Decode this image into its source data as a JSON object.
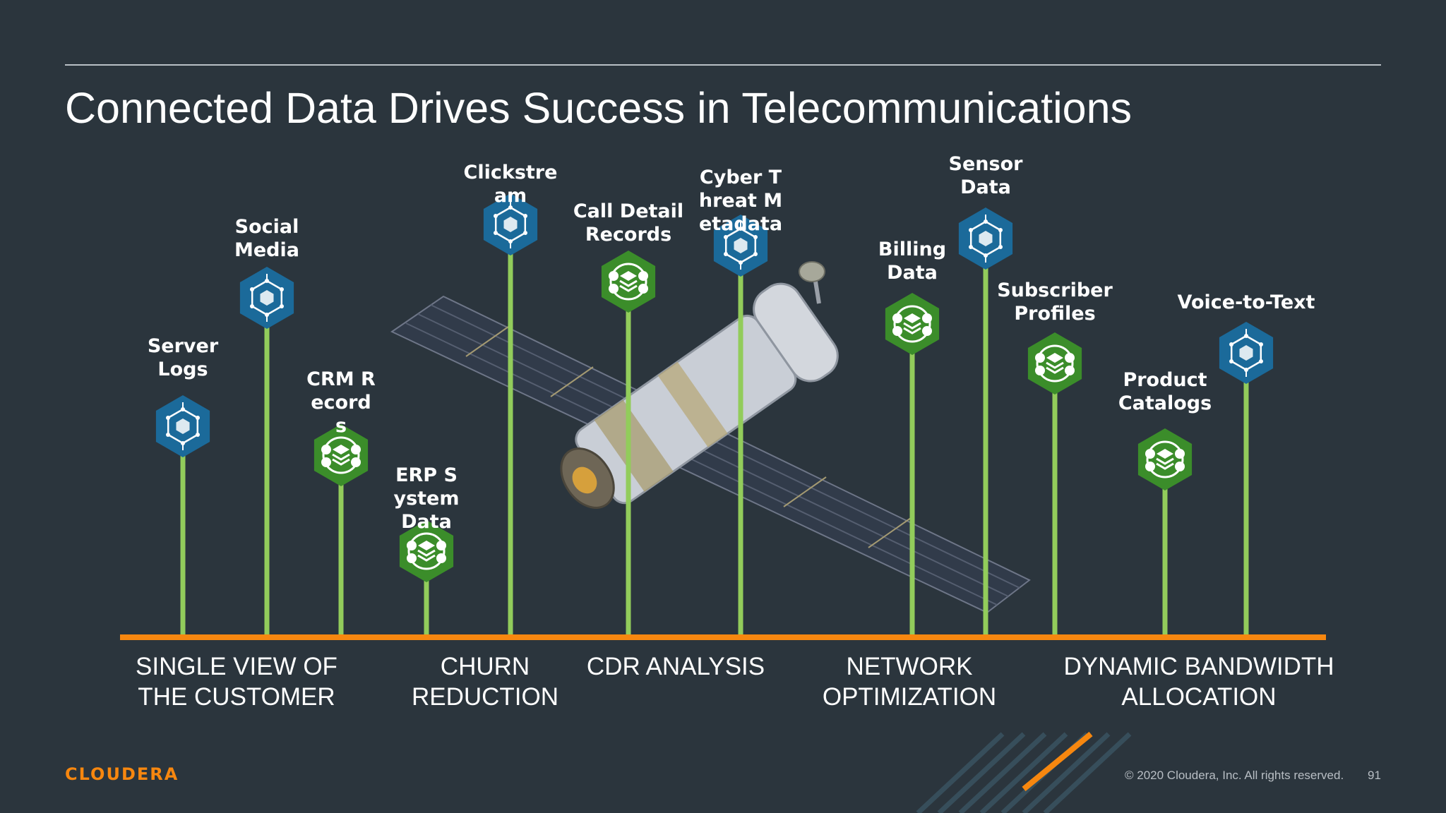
{
  "title": "Connected Data Drives Success in Telecommunications",
  "nodes": [
    {
      "label": "Server Logs",
      "kind": "hub-blue"
    },
    {
      "label": "Social Media",
      "kind": "hub-blue"
    },
    {
      "label": "CRM Records",
      "kind": "stack-green"
    },
    {
      "label": "ERP System Data",
      "kind": "stack-green"
    },
    {
      "label": "Clickstream",
      "kind": "hub-blue"
    },
    {
      "label": "Call Detail Records",
      "kind": "stack-green"
    },
    {
      "label": "Cyber Threat Metadata",
      "kind": "hub-blue"
    },
    {
      "label": "Billing Data",
      "kind": "stack-green"
    },
    {
      "label": "Sensor Data",
      "kind": "hub-blue"
    },
    {
      "label": "Subscriber Profiles",
      "kind": "stack-green"
    },
    {
      "label": "Product Catalogs",
      "kind": "stack-green"
    },
    {
      "label": "Voice-to-Text",
      "kind": "hub-blue"
    }
  ],
  "use_cases": [
    {
      "line1": "SINGLE VIEW OF",
      "line2": "THE CUSTOMER"
    },
    {
      "line1": "CHURN",
      "line2": "REDUCTION"
    },
    {
      "line1": "CDR ANALYSIS",
      "line2": ""
    },
    {
      "line1": "NETWORK",
      "line2": "OPTIMIZATION"
    },
    {
      "line1": "DYNAMIC BANDWIDTH",
      "line2": "ALLOCATION"
    }
  ],
  "footer": {
    "logo_text": "CLOUDERA",
    "copyright": "© 2020 Cloudera, Inc. All rights reserved.",
    "page_number": "91"
  },
  "colors": {
    "background": "#2b353d",
    "stem_green": "#92cc5b",
    "hub_blue": "#1b6a9a",
    "stack_green": "#3b8d2a",
    "baseline_orange": "#f7870f"
  }
}
